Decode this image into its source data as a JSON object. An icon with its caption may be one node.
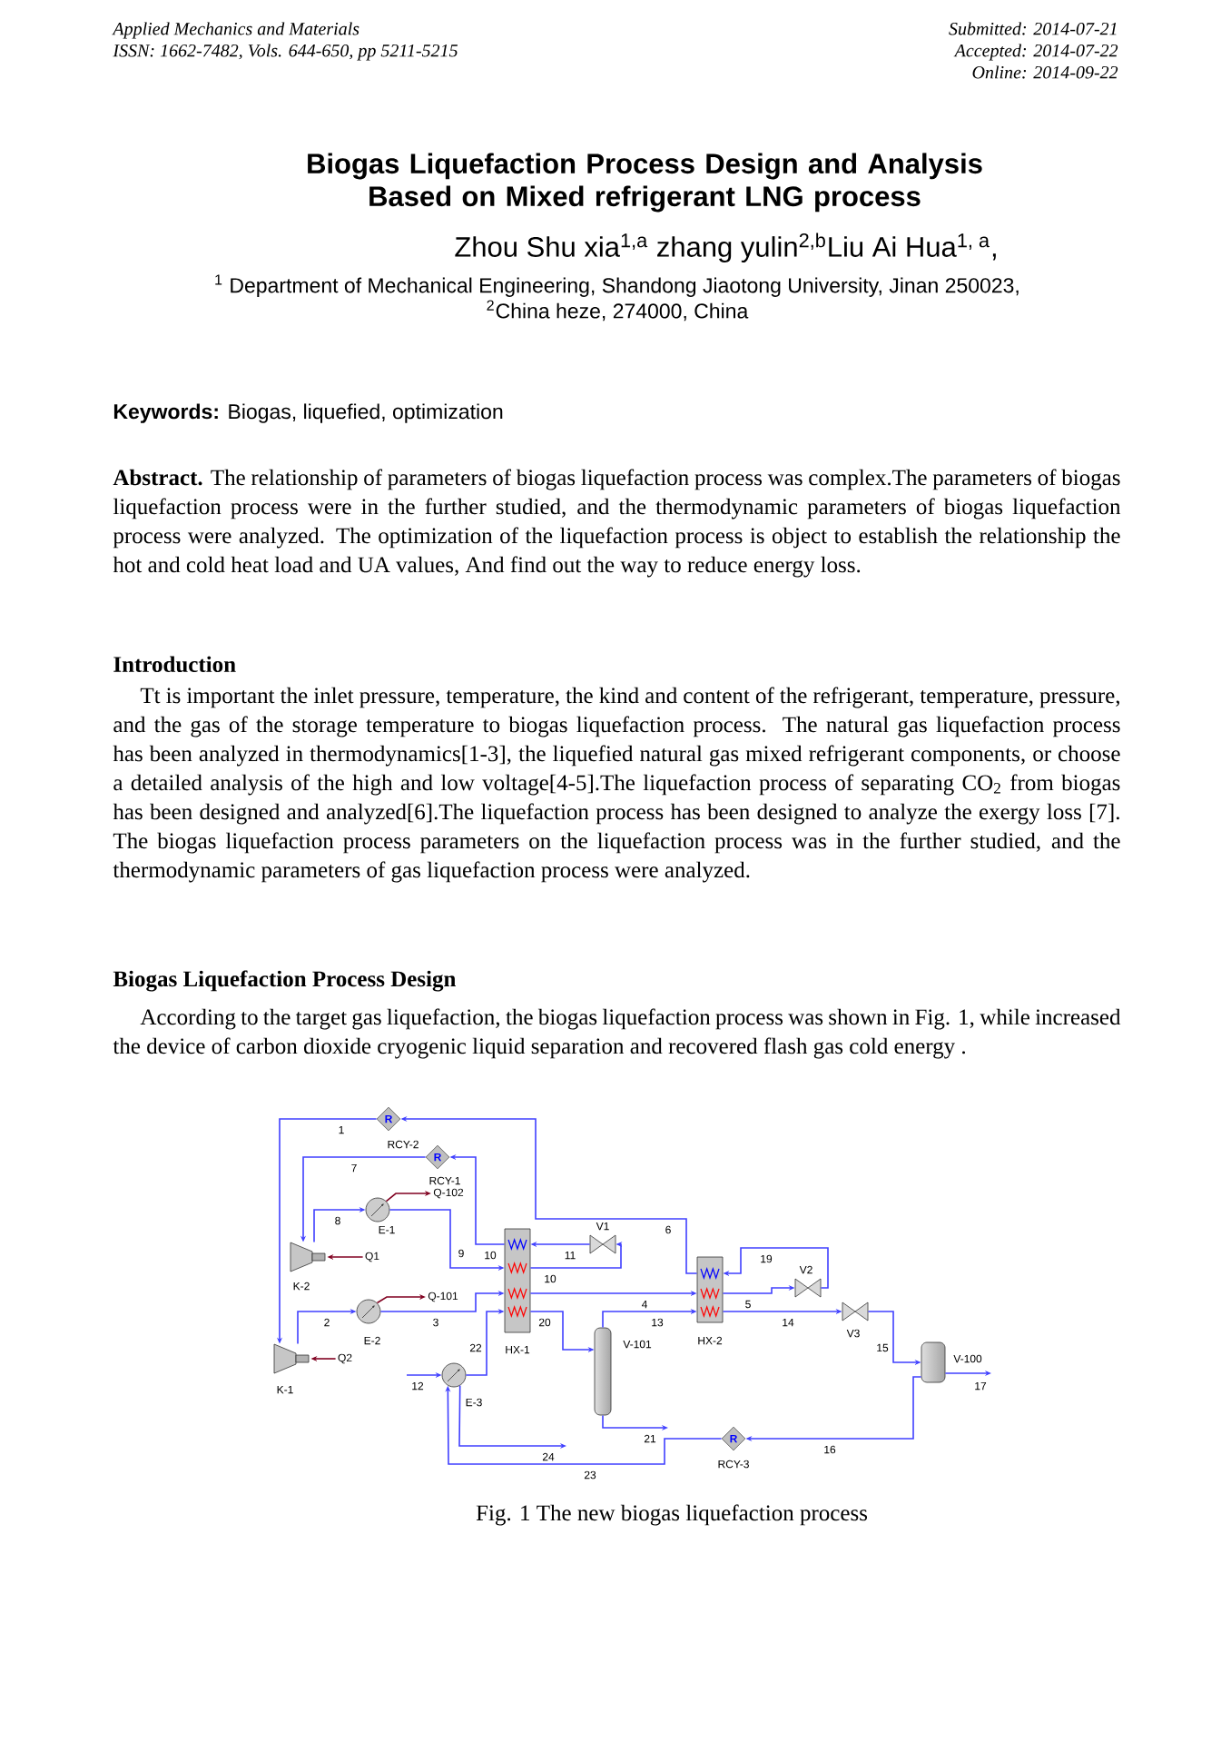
{
  "diagram": {
    "title": "Biogas Liquefaction Process Design and Analysis Based on Mixed refrigerant LNG process",
    "caption": "Fig. 1 The new biogas liquefaction process",
    "nodes": [
      {
        "text": [
          "R"
        ],
        "beside": [
          "RCY-2"
        ]
      },
      {
        "text": [
          "R"
        ],
        "beside": [
          "RCY-1"
        ]
      },
      {
        "text": [],
        "shape": "circle",
        "beside": [
          "E-1"
        ]
      },
      {
        "text": [
          "Q-102"
        ]
      },
      {
        "text": [],
        "shape": "trapezoid",
        "beside": [
          "K-2"
        ]
      },
      {
        "text": [
          "Q1"
        ]
      },
      {
        "text": [],
        "shape": "circle",
        "beside": [
          "E-2"
        ]
      },
      {
        "text": [
          "Q-101"
        ]
      },
      {
        "text": [],
        "shape": "box",
        "beside": [
          "HX-1"
        ]
      },
      {
        "text": [],
        "shape": "bowtie",
        "beside": [
          "V1"
        ]
      },
      {
        "text": [],
        "shape": "box",
        "beside": [
          "HX-2"
        ]
      },
      {
        "text": [],
        "shape": "bowtie",
        "beside": [
          "V2"
        ]
      },
      {
        "text": [],
        "shape": "bowtie",
        "beside": [
          "V3"
        ]
      },
      {
        "text": [],
        "shape": "trapezoid",
        "beside": [
          "K-1"
        ]
      },
      {
        "text": [
          "Q2"
        ]
      },
      {
        "text": [],
        "shape": "circle",
        "beside": [
          "E-3"
        ]
      },
      {
        "text": [],
        "shape": "cylinder",
        "beside": [
          "V-101"
        ]
      },
      {
        "text": [],
        "shape": "cylinder",
        "beside": [
          "V-100"
        ]
      },
      {
        "text": [
          "R"
        ],
        "beside": [
          "RCY-3"
        ]
      }
    ],
    "edges": [
      {
        "from": 0,
        "to": 13,
        "arrow": "to",
        "label": "1"
      },
      {
        "from": 13,
        "to": 6,
        "arrow": "to",
        "label": "2"
      },
      {
        "from": 6,
        "to": 8,
        "arrow": "to",
        "label": "3"
      },
      {
        "from": 8,
        "to": 10,
        "arrow": "to",
        "label": "4"
      },
      {
        "from": 2,
        "to": 8,
        "arrow": "to",
        "label": "9"
      },
      {
        "from": 8,
        "to": 1,
        "arrow": "to",
        "label": "10"
      },
      {
        "from": 1,
        "to": 4,
        "arrow": "to",
        "label": "7"
      },
      {
        "from": 4,
        "to": 2,
        "arrow": "to",
        "label": "8"
      },
      {
        "from": 8,
        "to": 9,
        "arrow": "to",
        "label": "10"
      },
      {
        "from": 9,
        "to": 8,
        "arrow": "to",
        "label": "11"
      },
      {
        "from": 8,
        "to": 16,
        "arrow": "to",
        "label": "20"
      },
      {
        "from": 16,
        "to": 10,
        "arrow": "to",
        "label": "13"
      },
      {
        "from": 16,
        "to": null,
        "arrow": "to",
        "label": "21"
      },
      {
        "from": 15,
        "to": 8,
        "arrow": "to",
        "label": "22"
      },
      {
        "from": null,
        "to": 15,
        "arrow": "to",
        "label": "12"
      },
      {
        "from": 15,
        "to": null,
        "arrow": "to",
        "label": "24"
      },
      {
        "from": 18,
        "to": 15,
        "arrow": "to",
        "label": "23"
      },
      {
        "from": 10,
        "to": 12,
        "arrow": "to",
        "label": "14"
      },
      {
        "from": 10,
        "to": 11,
        "arrow": "to",
        "label": "5"
      },
      {
        "from": 11,
        "to": 10,
        "arrow": "to",
        "label": "19"
      },
      {
        "from": 10,
        "to": 0,
        "arrow": "to",
        "label": "6"
      },
      {
        "from": 12,
        "to": 17,
        "arrow": "to",
        "label": "15"
      },
      {
        "from": 17,
        "to": null,
        "arrow": "to",
        "label": "17"
      },
      {
        "from": 17,
        "to": 18,
        "arrow": "to",
        "label": "16"
      },
      {
        "from": 5,
        "to": 4,
        "arrow": "to",
        "color": "#800020"
      },
      {
        "from": 14,
        "to": 13,
        "arrow": "to",
        "color": "#800020"
      },
      {
        "from": 2,
        "to": 3,
        "arrow": "to",
        "color": "#800020"
      },
      {
        "from": 6,
        "to": 7,
        "arrow": "to",
        "color": "#800020"
      }
    ],
    "labels": [
      "Applied Mechanics and Materials",
      "Submitted: 2014-07-21",
      "ISSN: 1662-7482, Vols. 644-650, pp 5211-5215",
      "Accepted: 2014-07-22",
      "Online: 2014-09-22",
      "Zhou Shu xia$^{1,a}$ zhang yulin$^{2,b}$Liu Ai Hua$^{1, a}$,",
      "$^{1}$ Department of Mechanical Engineering, Shandong Jiaotong University, Jinan 250023,",
      "$^{2}$China heze, 274000, China",
      "**Keywords:** Biogas, liquefied, optimization",
      "**Abstract.** The relationship of parameters of biogas liquefaction process was complex.The parameters of biogas liquefaction process were in the further studied, and the thermodynamic parameters of biogas liquefaction process were analyzed. The optimization of the liquefaction process is object to establish the relationship the hot and cold heat load and UA values, And find out the way to reduce energy loss.",
      "Introduction",
      "Tt is important the inlet pressure, temperature, the kind and content of the refrigerant, temperature, pressure, and the gas of the storage temperature to biogas liquefaction process. The natural gas liquefaction process has been analyzed in thermodynamics[1-3], the liquefied natural gas mixed refrigerant components, or choose a detailed analysis of the high and low voltage[4-5].The liquefaction process of separating CO$_{2}$ from biogas has been designed and analyzed[6].The liquefaction process has been designed to analyze the exergy loss [7]. The biogas liquefaction process parameters on the liquefaction process was in the further studied, and the thermodynamic parameters of gas liquefaction process were analyzed.",
      "Biogas Liquefaction Process Design",
      "According to the target gas liquefaction, the biogas liquefaction process was shown in Fig. 1, while increased the device of carbon dioxide cryogenic liquid separation and recovered flash gas cold energy ."
    ]
  }
}
